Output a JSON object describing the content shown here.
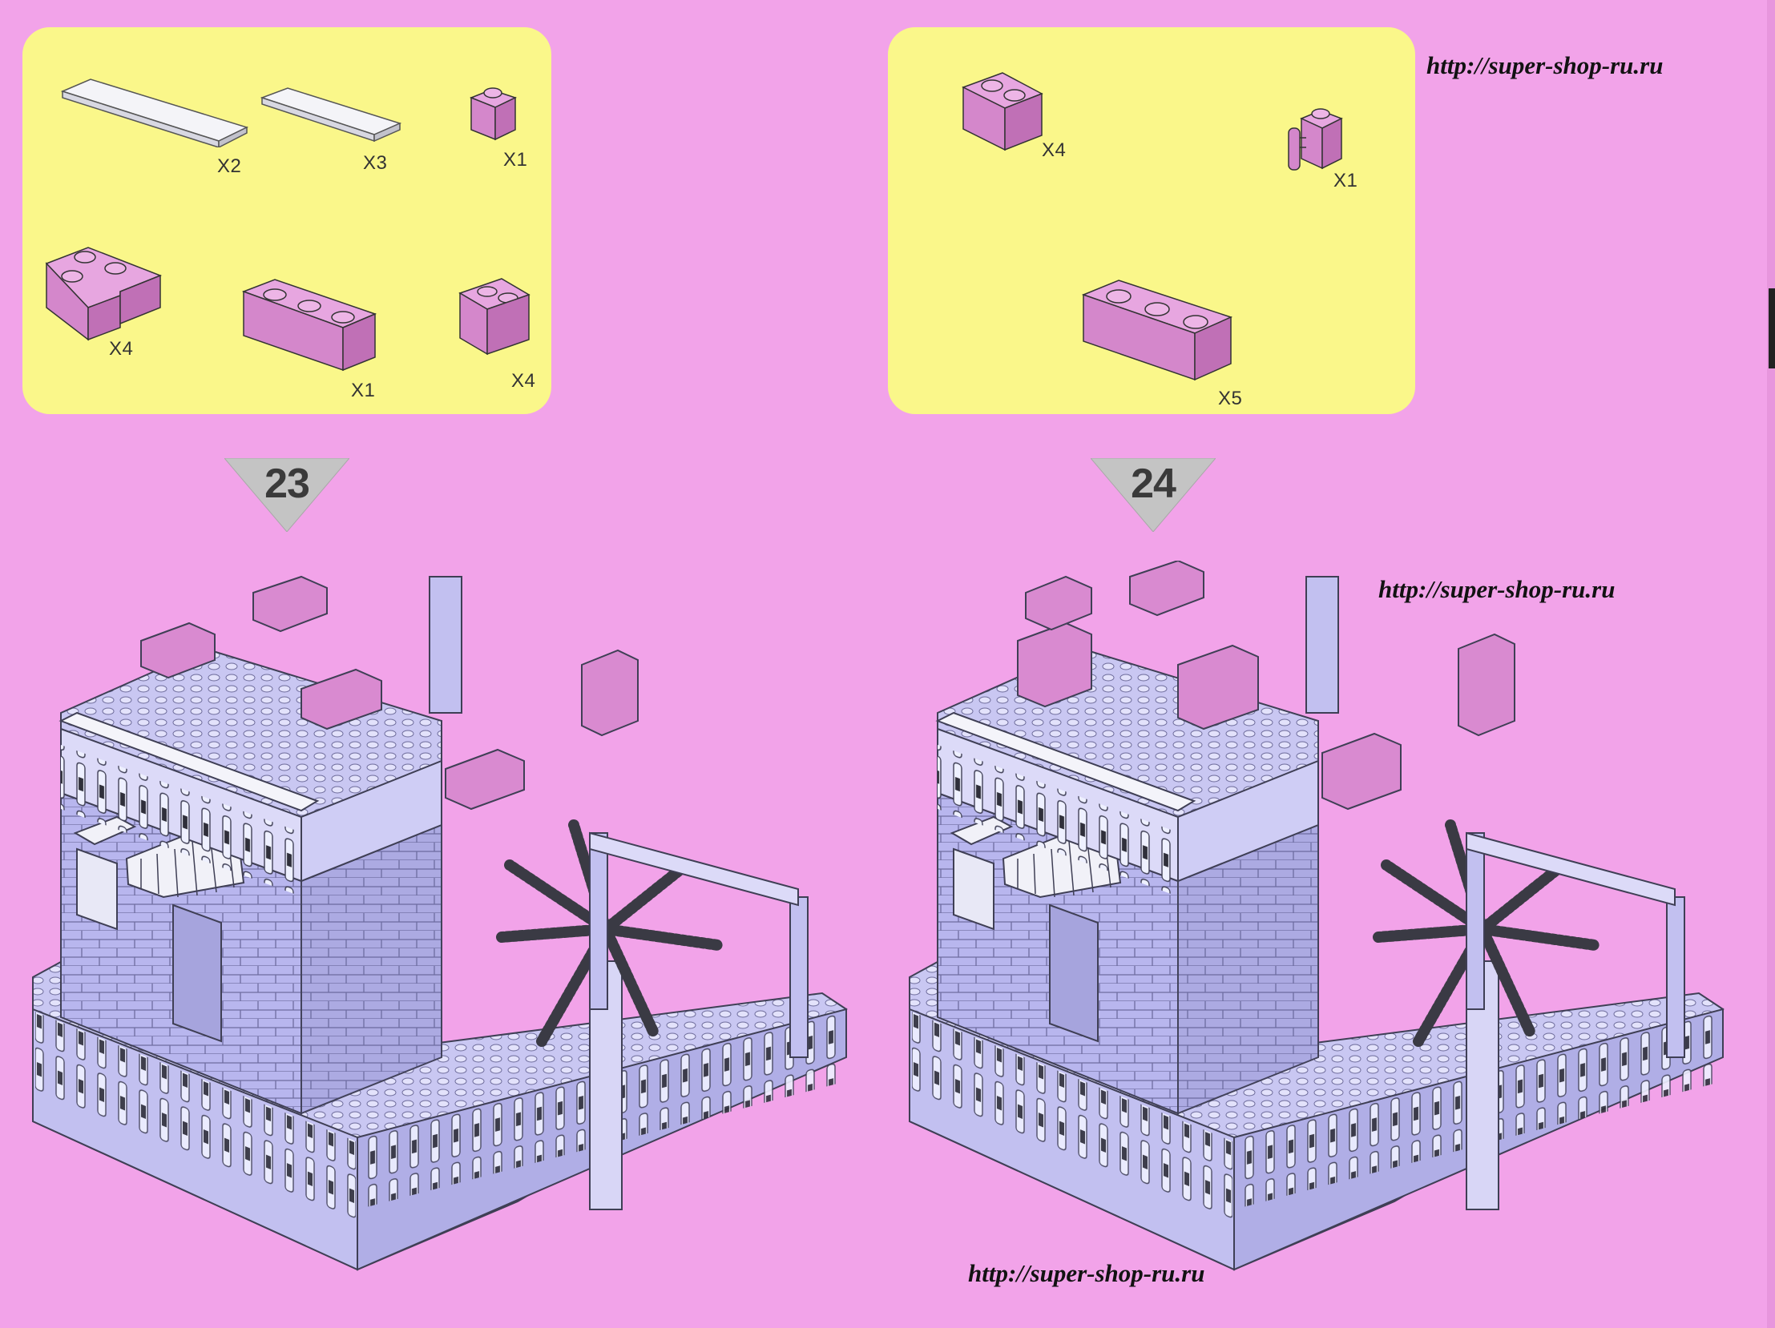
{
  "watermarks": {
    "top": "http://super-shop-ru.ru",
    "middle": "http://super-shop-ru.ru",
    "bottom": "http://super-shop-ru.ru"
  },
  "steps": [
    {
      "number": "23",
      "parts": [
        {
          "icon": "long-white-plate-icon",
          "qty": "X2"
        },
        {
          "icon": "medium-white-plate-icon",
          "qty": "X3"
        },
        {
          "icon": "pink-1x1-brick-icon",
          "qty": "X1"
        },
        {
          "icon": "pink-corner-brick-icon",
          "qty": "X4"
        },
        {
          "icon": "pink-1x3-brick-icon",
          "qty": "X1"
        },
        {
          "icon": "pink-1x2-brick-icon",
          "qty": "X4"
        }
      ]
    },
    {
      "number": "24",
      "parts": [
        {
          "icon": "pink-1x2-brick-icon",
          "qty": "X4"
        },
        {
          "icon": "pink-1x1-clip-brick-icon",
          "qty": "X1"
        },
        {
          "icon": "pink-1x3-brick-icon",
          "qty": "X5"
        }
      ]
    }
  ],
  "colors": {
    "background": "#f2a3e9",
    "parts_panel": "#faf78a",
    "brick_pink": "#d98ad0",
    "model_lavender": "#b8b6ee",
    "arrow_gray": "#c4c4c4"
  }
}
